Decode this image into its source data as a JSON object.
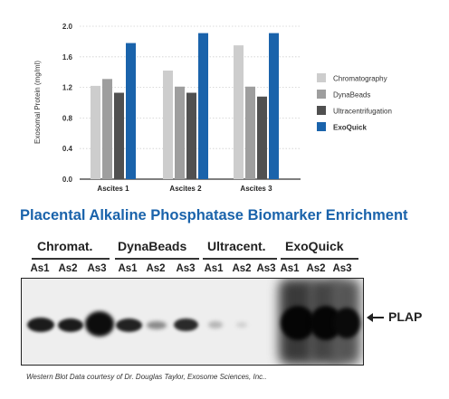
{
  "chart_data": {
    "type": "bar",
    "categories": [
      "Ascites 1",
      "Ascites 2",
      "Ascites 3"
    ],
    "series": [
      {
        "name": "Chromatography",
        "values": [
          1.22,
          1.42,
          1.75
        ],
        "color": "#cdcdcd"
      },
      {
        "name": "DynaBeads",
        "values": [
          1.31,
          1.21,
          1.21
        ],
        "color": "#9e9e9e"
      },
      {
        "name": "Ultracentrifugation",
        "values": [
          1.13,
          1.13,
          1.08
        ],
        "color": "#505050"
      },
      {
        "name": "ExoQuick",
        "values": [
          1.78,
          1.91,
          1.91
        ],
        "color": "#1a63ab"
      }
    ],
    "yticks": [
      "0.0",
      "0.4",
      "0.8",
      "1.2",
      "1.6",
      "2.0"
    ],
    "ylabel": "Exosomal Protein (mg/ml)",
    "ylim": [
      0,
      2.0
    ],
    "grid": true,
    "legend": "right",
    "legend_bold": "ExoQuick"
  },
  "blot": {
    "title": "Placental Alkaline Phosphatase Biomarker Enrichment",
    "groups": [
      "Chromat.",
      "DynaBeads",
      "Ultracent.",
      "ExoQuick"
    ],
    "lanes": [
      "As1",
      "As2",
      "As3",
      "As1",
      "As2",
      "As3",
      "As1",
      "As2",
      "As3",
      "As1",
      "As2",
      "As3"
    ],
    "marker_label": "PLAP",
    "credit": "Western Blot Data courtesy of Dr. Douglas Taylor, Exosome Sciences, Inc.."
  }
}
